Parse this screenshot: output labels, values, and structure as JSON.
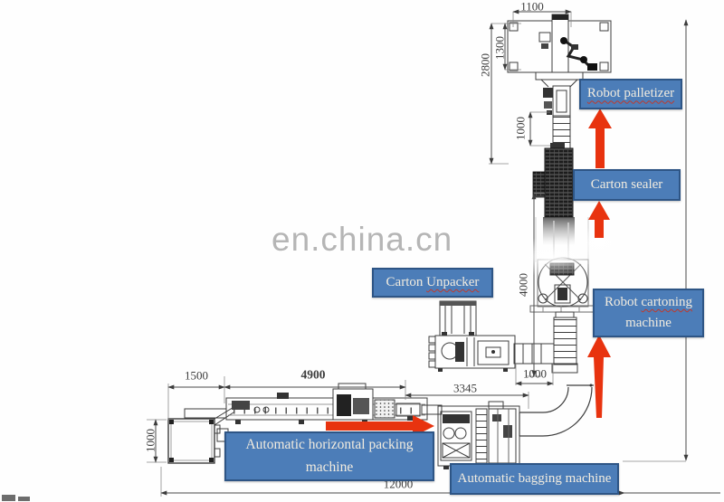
{
  "watermark": "en.china.cn",
  "colors": {
    "label_fill": "#4c7db8",
    "label_border": "#2e5585",
    "label_text": "#f2ecdf",
    "arrow_red": "#e8330f",
    "dim_text": "#3c3c3c",
    "watermark_gray": "#b5b5b5"
  },
  "labels": {
    "palletizer": "Robot palletizer",
    "sealer": "Carton sealer",
    "unpacker_prefix": "Carton ",
    "unpacker_word": "Unpacker",
    "cartoning_prefix": "Robot ",
    "cartoning_word": "cartoning",
    "cartoning_line2": "machine",
    "packing_line1": "Automatic horizontal packing",
    "packing_line2": "machine",
    "bagging": "Automatic bagging machine"
  },
  "dimensions": {
    "top_width": "1100",
    "palletizer_height": "1300",
    "cell_height": "2800",
    "lift_gap": "1000",
    "cartoner_height": "4000",
    "outfeed_width": "1000",
    "infeed_width": "1500",
    "packing_length": "4900",
    "bagging_span": "3345",
    "turntable_depth": "1000",
    "total_length": "12000"
  }
}
